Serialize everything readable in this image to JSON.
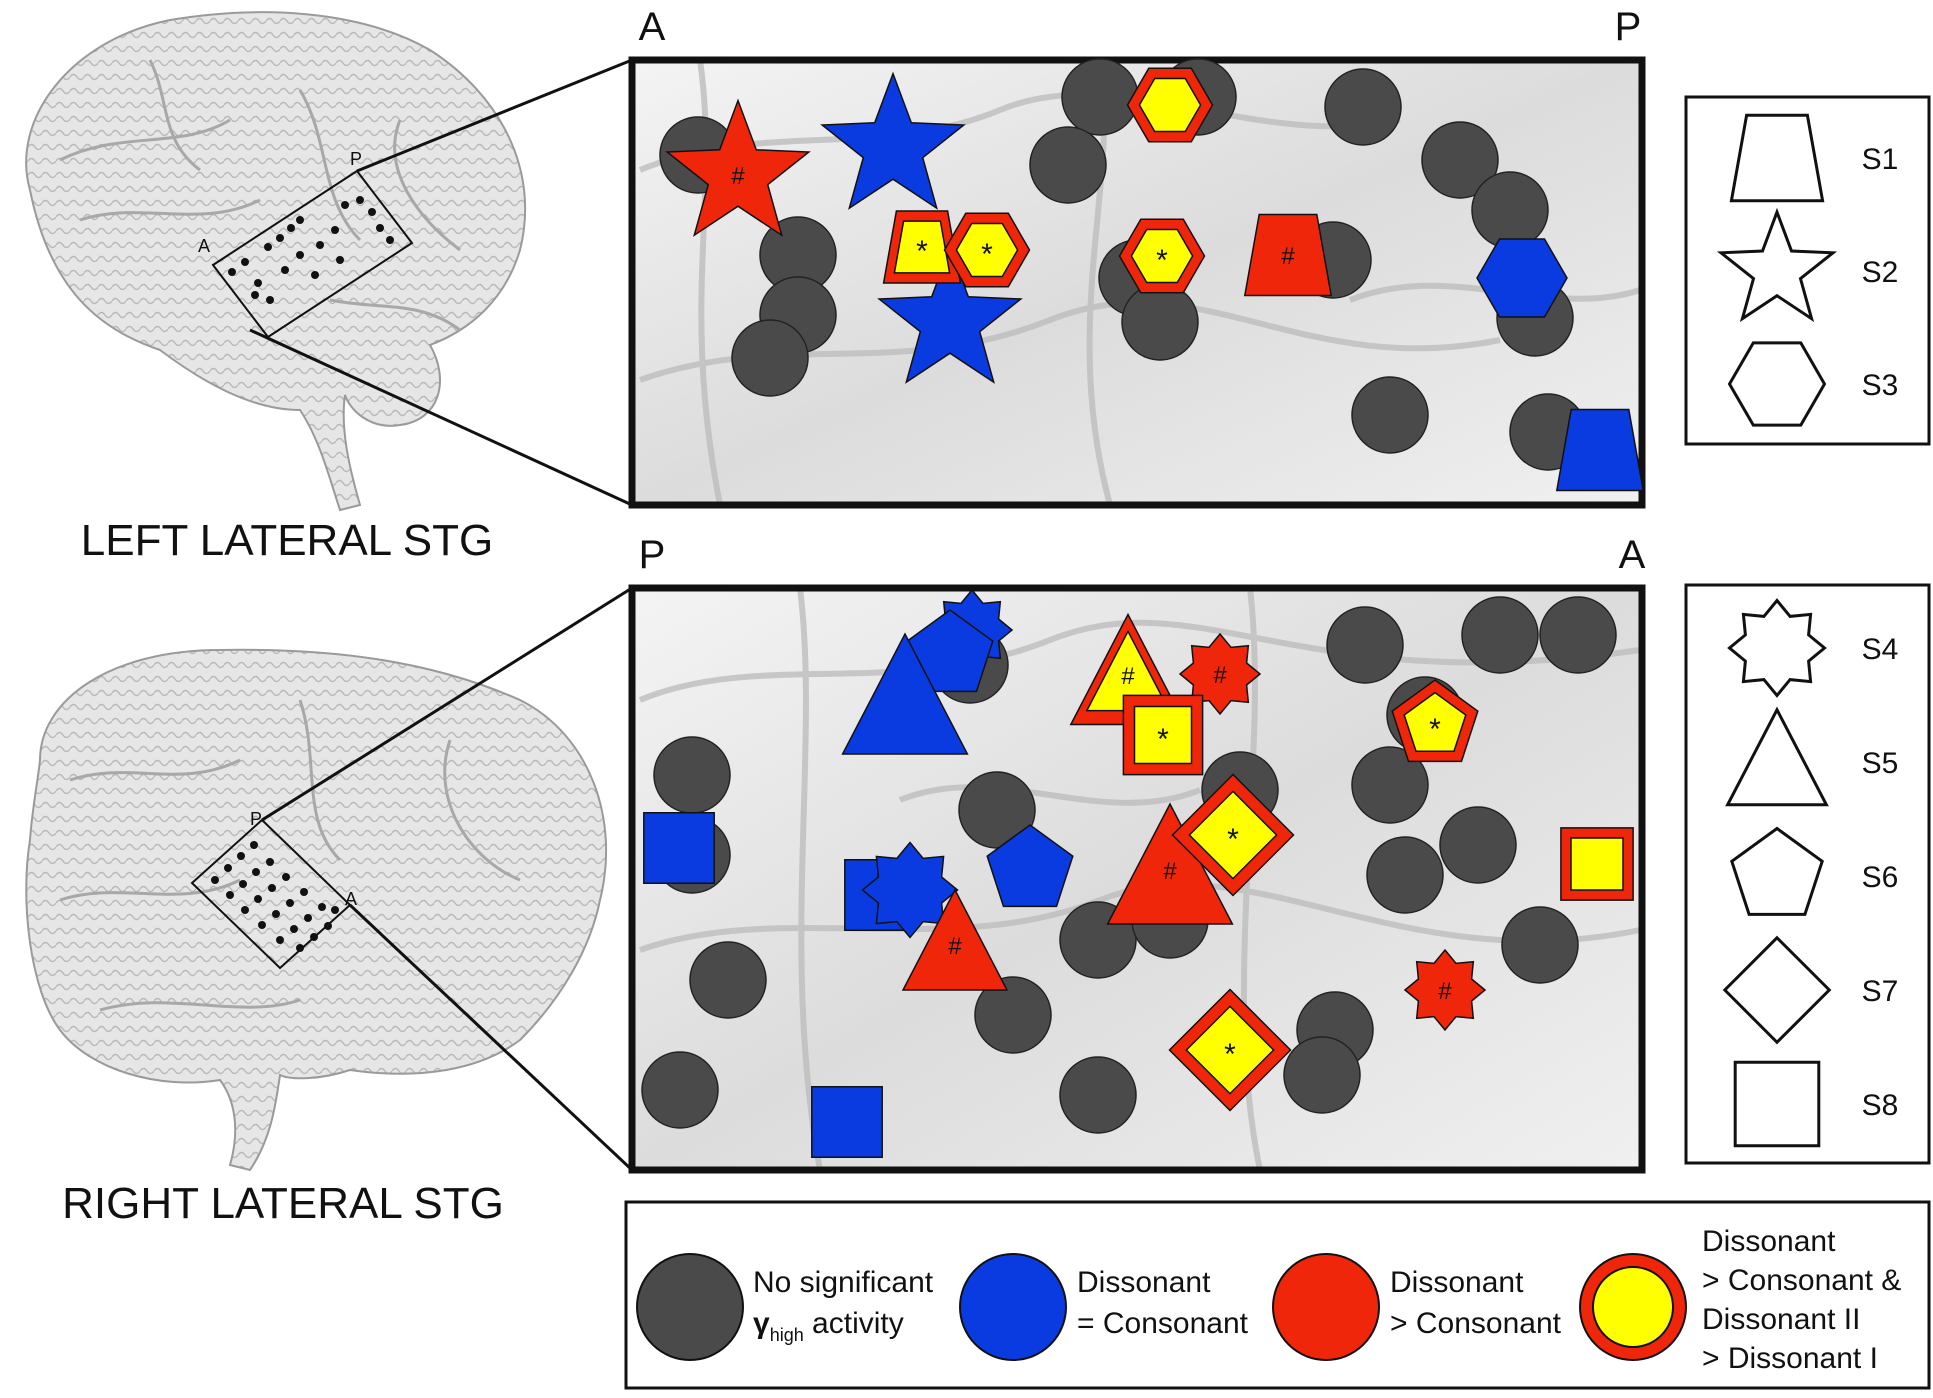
{
  "left_brain": {
    "caption": "LEFT LATERAL STG",
    "inset_label_a": "A",
    "inset_label_p": "P"
  },
  "right_brain": {
    "caption": "RIGHT LATERAL STG",
    "inset_label_a": "A",
    "inset_label_p": "P"
  },
  "top_panel": {
    "left_label": "A",
    "right_label": "P"
  },
  "bottom_panel": {
    "left_label": "P",
    "right_label": "A"
  },
  "shape_legend_top": [
    {
      "shape": "trapezoid",
      "label": "S1"
    },
    {
      "shape": "star5",
      "label": "S2"
    },
    {
      "shape": "hexagon",
      "label": "S3"
    }
  ],
  "shape_legend_bottom": [
    {
      "shape": "star8",
      "label": "S4"
    },
    {
      "shape": "triangle",
      "label": "S5"
    },
    {
      "shape": "pentagon",
      "label": "S6"
    },
    {
      "shape": "diamond",
      "label": "S7"
    },
    {
      "shape": "square",
      "label": "S8"
    }
  ],
  "color_legend": {
    "gray_line1": "No significant",
    "gray_line2_gamma": "γ",
    "gray_line2_sub": "high",
    "gray_line2_rest": " activity",
    "blue_line1": "Dissonant",
    "blue_line2": "= Consonant",
    "red_line1": "Dissonant",
    "red_line2": "> Consonant",
    "yellow_line1": "Dissonant",
    "yellow_line2": "> Consonant &",
    "yellow_line3": "Dissonant II",
    "yellow_line4": "> Dissonant I"
  },
  "markers": {
    "hash": "#",
    "star": "*"
  },
  "colors": {
    "gray": "#4a4a4a",
    "blue": "#0a3be0",
    "red": "#f0260a",
    "yellow": "#ffff00"
  }
}
